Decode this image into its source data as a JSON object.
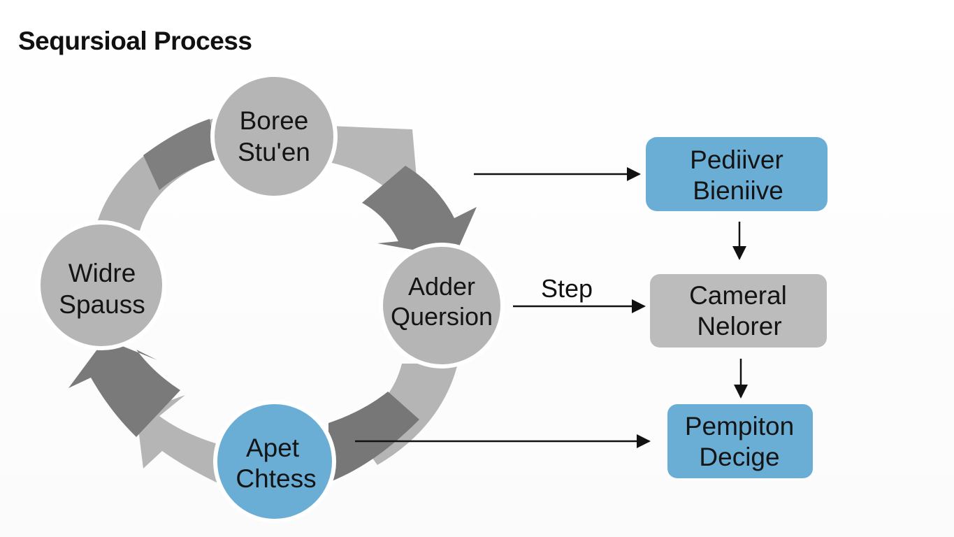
{
  "title": "Seqursioal Process",
  "colors": {
    "circle_gray": "#b5b5b5",
    "highlight_blue": "#6aaed6",
    "box_gray": "#bcbcbc",
    "arrow_light": "#b3b3b3",
    "arrow_dark": "#7d7d7d",
    "line": "#111111"
  },
  "cycle": {
    "nodes": [
      {
        "id": "top",
        "lines": [
          "Boree",
          "Stu'en"
        ],
        "fill": "gray"
      },
      {
        "id": "right",
        "lines": [
          "Adder",
          "Quersion"
        ],
        "fill": "gray"
      },
      {
        "id": "bottom",
        "lines": [
          "Apet",
          "Chtess"
        ],
        "fill": "blue"
      },
      {
        "id": "left",
        "lines": [
          "Widre",
          "Spauss"
        ],
        "fill": "gray"
      }
    ]
  },
  "flow": {
    "boxes": [
      {
        "id": "box1",
        "lines": [
          "Pediiver",
          "Bieniive"
        ],
        "fill": "blue"
      },
      {
        "id": "box2",
        "lines": [
          "Cameral",
          "Nelorer"
        ],
        "fill": "gray"
      },
      {
        "id": "box3",
        "lines": [
          "Pempiton",
          "Decige"
        ],
        "fill": "blue"
      }
    ],
    "step_label": "Step"
  }
}
